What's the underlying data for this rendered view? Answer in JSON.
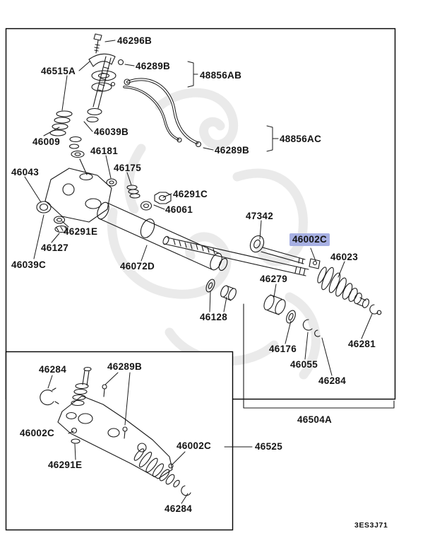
{
  "diagram_code": "3ES3J71",
  "selected_part": "46002C",
  "highlight_color": "#a7b0e3",
  "labels": [
    {
      "part": "46296B"
    },
    {
      "part": "46515A"
    },
    {
      "part": "46289B"
    },
    {
      "part": "48856AB"
    },
    {
      "part": "46039B"
    },
    {
      "part": "46009"
    },
    {
      "part": "46181"
    },
    {
      "part": "46175"
    },
    {
      "part": "46043"
    },
    {
      "part": "48856AC"
    },
    {
      "part": "46289B"
    },
    {
      "part": "46291C"
    },
    {
      "part": "46061"
    },
    {
      "part": "46291E"
    },
    {
      "part": "46127"
    },
    {
      "part": "46039C"
    },
    {
      "part": "46072D"
    },
    {
      "part": "47342"
    },
    {
      "part": "46002C"
    },
    {
      "part": "46023"
    },
    {
      "part": "46279"
    },
    {
      "part": "46128"
    },
    {
      "part": "46176"
    },
    {
      "part": "46055"
    },
    {
      "part": "46284"
    },
    {
      "part": "46281"
    },
    {
      "part": "46504A"
    },
    {
      "part": "46284"
    },
    {
      "part": "46289B"
    },
    {
      "part": "46002C"
    },
    {
      "part": "46291E"
    },
    {
      "part": "46002C"
    },
    {
      "part": "46525"
    },
    {
      "part": "46284"
    }
  ]
}
